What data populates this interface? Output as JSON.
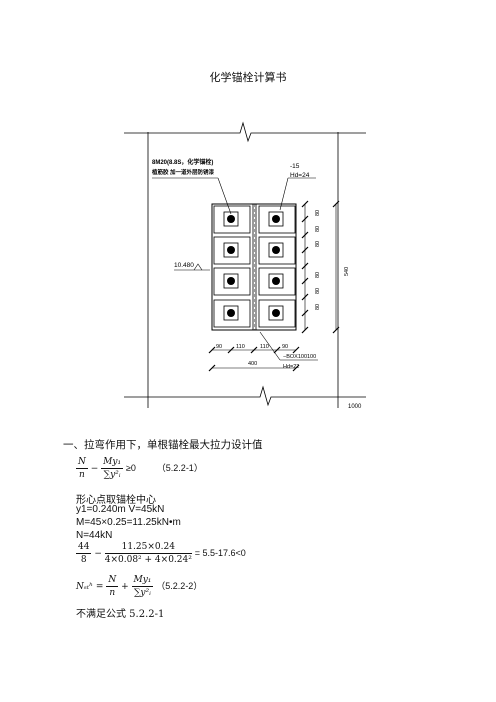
{
  "title": "化学锚栓计算书",
  "drawing": {
    "anchor_callout_line1": "8M20(8.8S，化学锚栓)",
    "anchor_callout_line2": "植筋胶 加一道外层防锈漆",
    "plate_thk": "-15",
    "hd": "Hd=24",
    "level_mark": "10.480",
    "dim_top_row": [
      "80",
      "80",
      "80",
      "80",
      "80",
      "80"
    ],
    "dim_total_v": "540",
    "dim_bottom": [
      "90",
      "110",
      "110",
      "90"
    ],
    "dim_total_h": "400",
    "beam_label": "−BOX100100",
    "hd_bottom": "Hd=22",
    "wall_width": "1000"
  },
  "section1_heading": "一、拉弯作用下，单根锚栓最大拉力设计值",
  "formula1": {
    "N": "N",
    "n": "n",
    "My1": "My₁",
    "sum": "∑y²ᵢ",
    "cond": "≥0",
    "ref": "（5.2.2-1）"
  },
  "center_text": "形心点取锚栓中心",
  "vars_line1": "y1=0.240m    V=45kN",
  "vars_line2": "M=45×0.25=11.25kN•m",
  "vars_line3": "N=44kN",
  "formula_calc": {
    "n1": "44",
    "d1": "8",
    "n2": "11.25×0.24",
    "d2": "4×0.08² + 4×0.24²",
    "result": "= 5.5-17.6<0"
  },
  "formula2": {
    "lhs": "Nₛₜʰ",
    "ref": "（5.2.2-2）"
  },
  "conclusion": "不满足公式 5.2.2-1"
}
